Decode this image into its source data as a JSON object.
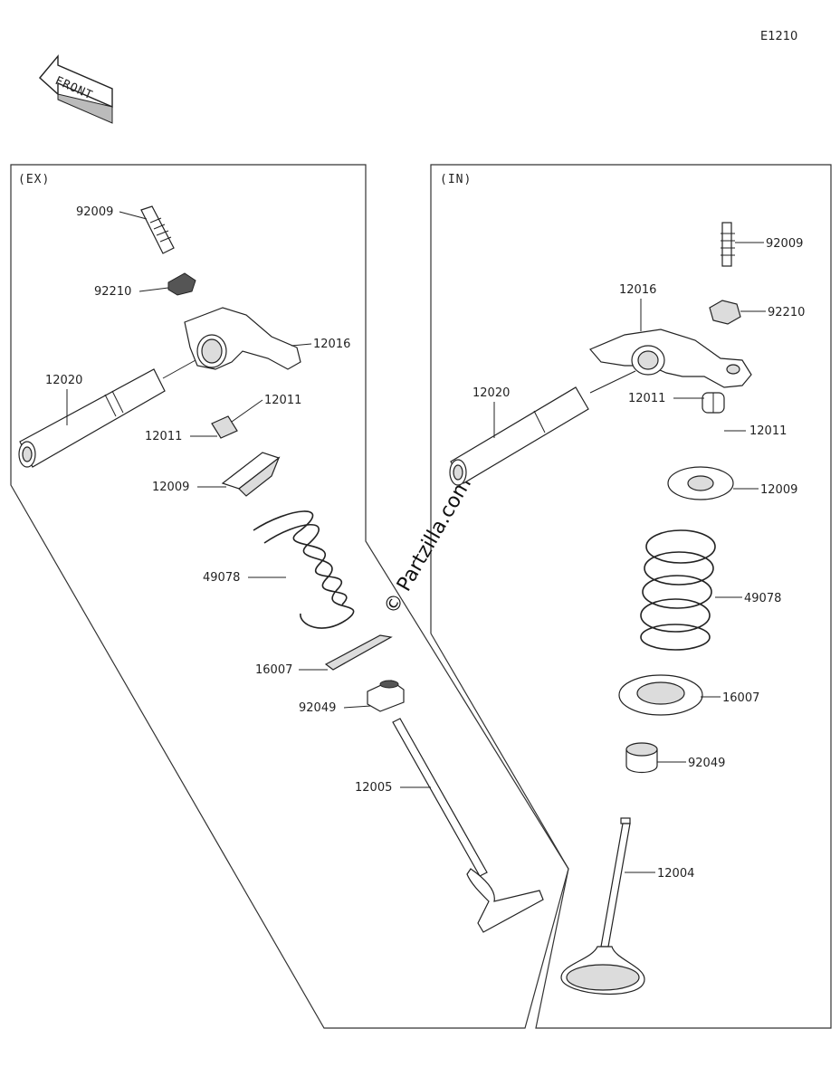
{
  "diagram_code": "E1210",
  "front_label": "FRONT",
  "watermark": "© Partzilla.com",
  "sections": {
    "exhaust": {
      "title": "(EX)",
      "labels": {
        "p92009": "92009",
        "p92210": "92210",
        "p12016": "12016",
        "p12020": "12020",
        "p12011a": "12011",
        "p12011b": "12011",
        "p12009": "12009",
        "p49078": "49078",
        "p16007": "16007",
        "p92049": "92049",
        "p12005": "12005"
      }
    },
    "intake": {
      "title": "(IN)",
      "labels": {
        "p92009": "92009",
        "p92210": "92210",
        "p12016": "12016",
        "p12020": "12020",
        "p12011a": "12011",
        "p12011b": "12011",
        "p12009": "12009",
        "p49078": "49078",
        "p16007": "16007",
        "p92049": "92049",
        "p12004": "12004"
      }
    }
  }
}
